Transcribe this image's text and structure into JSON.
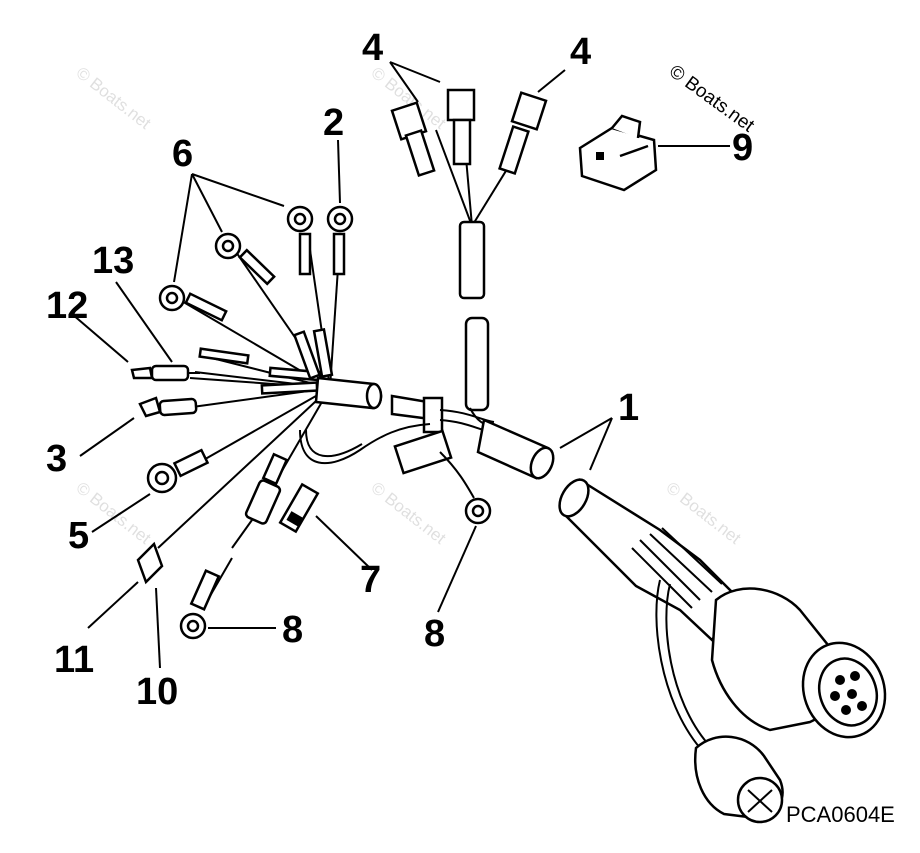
{
  "callouts": {
    "c1": "1",
    "c2": "2",
    "c3": "3",
    "c4a": "4",
    "c4b": "4",
    "c5": "5",
    "c6": "6",
    "c7": "7",
    "c8a": "8",
    "c8b": "8",
    "c9": "9",
    "c10": "10",
    "c11": "11",
    "c12": "12",
    "c13": "13"
  },
  "drawing_code": "PCA0604E",
  "watermark": "© Boats.net",
  "colors": {
    "ink": "#000000",
    "paper": "#ffffff"
  }
}
